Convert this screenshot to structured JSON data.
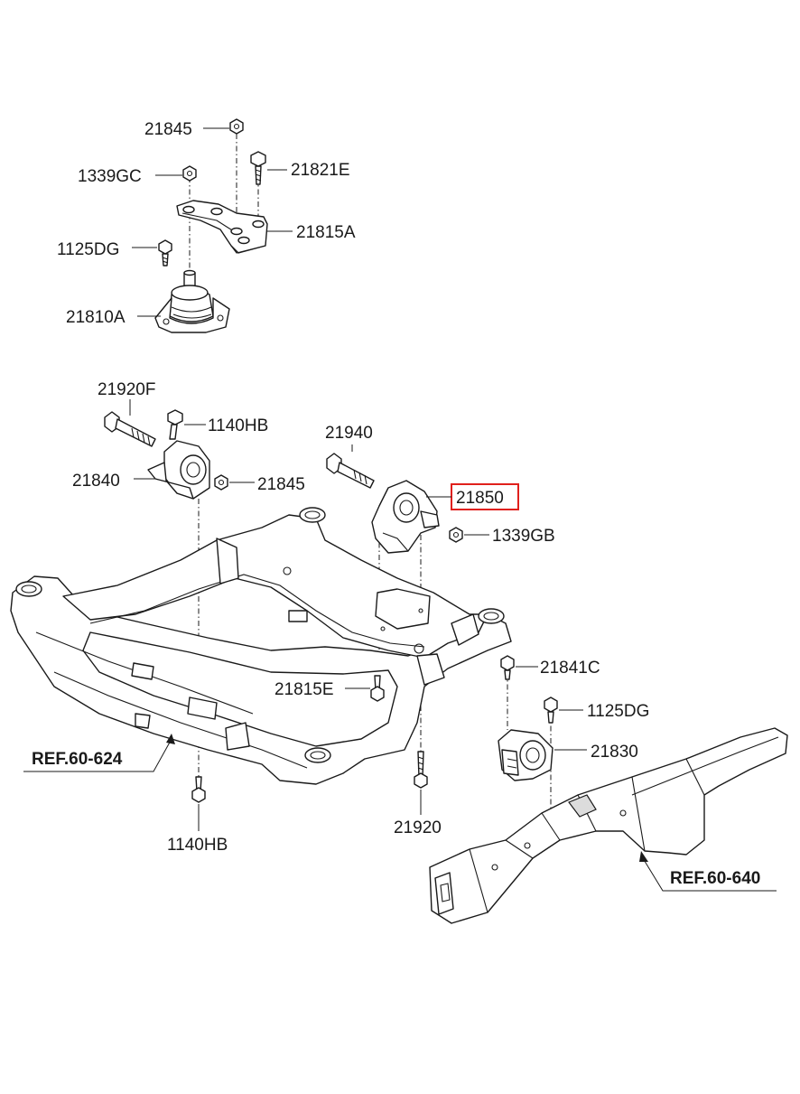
{
  "labels": {
    "p21845_top": "21845",
    "p1339GC": "1339GC",
    "p21821E": "21821E",
    "p21815A": "21815A",
    "p1125DG_top": "1125DG",
    "p21810A": "21810A",
    "p21920F": "21920F",
    "p1140HB_top": "1140HB",
    "p21940": "21940",
    "p21840": "21840",
    "p21845_mid": "21845",
    "p21850": "21850",
    "p1339GB": "1339GB",
    "p21841C": "21841C",
    "p1125DG_right": "1125DG",
    "p21815E": "21815E",
    "p21830": "21830",
    "p21920": "21920",
    "p1140HB_bottom": "1140HB"
  },
  "references": {
    "ref_left": "REF.60-624",
    "ref_right": "REF.60-640"
  },
  "highlight": {
    "part": "21850",
    "color": "#e0201c"
  }
}
